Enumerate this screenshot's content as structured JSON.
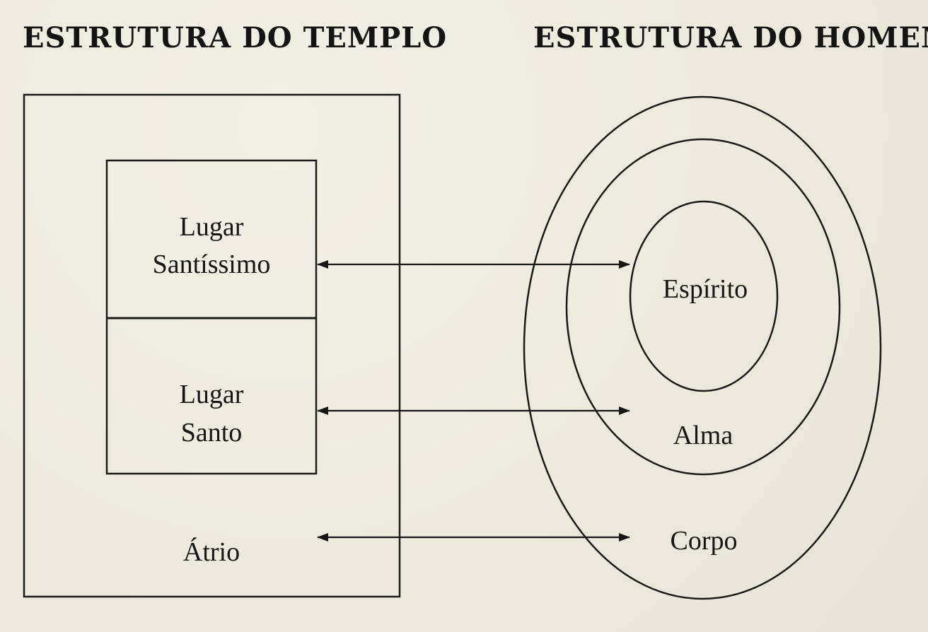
{
  "headings": {
    "temple": "ESTRUTURA DO TEMPLO",
    "man": "ESTRUTURA DO HOMEM"
  },
  "temple": {
    "holy_of_holies": [
      "Lugar",
      "Santíssimo"
    ],
    "holy_place": [
      "Lugar",
      "Santo"
    ],
    "courtyard": "Átrio"
  },
  "man": {
    "spirit": "Espírito",
    "soul": "Alma",
    "body": "Corpo"
  },
  "colors": {
    "paper": "#ecebe0",
    "ink": "#161616"
  }
}
